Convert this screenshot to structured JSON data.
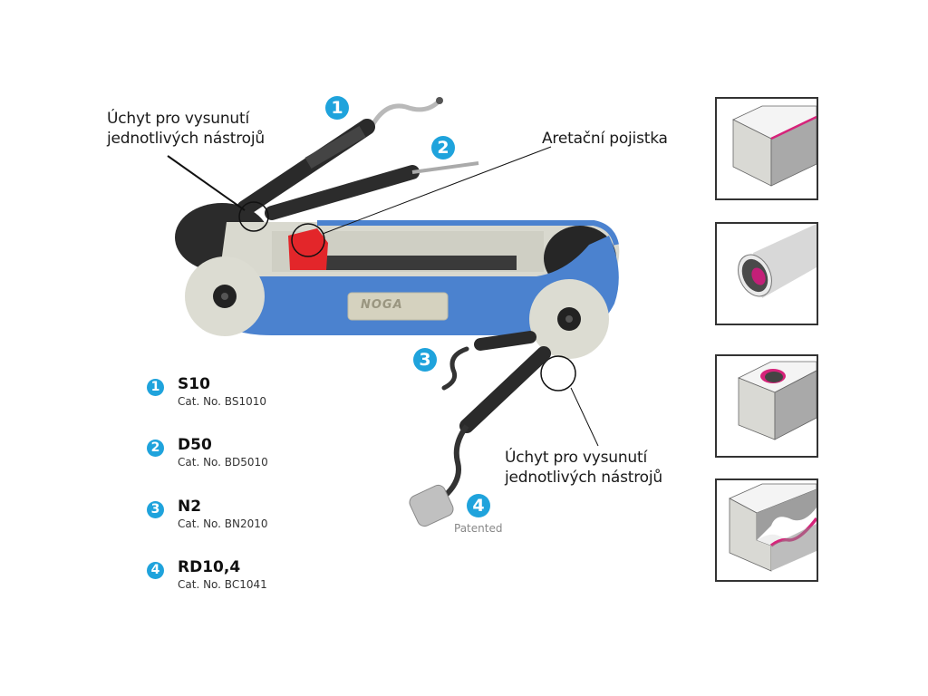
{
  "callouts": {
    "grip_top": {
      "line1": "Úchyt pro vysunutí",
      "line2": "jednotlivých nástrojů"
    },
    "lock": {
      "label": "Aretační pojistka"
    },
    "grip_bottom": {
      "line1": "Úchyt pro vysunutí",
      "line2": "jednotlivých nástrojů"
    }
  },
  "tool_badges": [
    {
      "number": "1"
    },
    {
      "number": "2"
    },
    {
      "number": "3"
    },
    {
      "number": "4",
      "note": "Patented"
    }
  ],
  "logo": {
    "text": "NOGA"
  },
  "products": [
    {
      "number": "1",
      "name": "S10",
      "cat": "Cat. No. BS1010"
    },
    {
      "number": "2",
      "name": "D50",
      "cat": "Cat. No. BD5010"
    },
    {
      "number": "3",
      "name": "N2",
      "cat": "Cat. No. BN2010"
    },
    {
      "number": "4",
      "name": "RD10,4",
      "cat": "Cat. No. BC1041"
    }
  ],
  "panels": [
    {
      "icon": "square-bar-edge-icon"
    },
    {
      "icon": "tube-inner-edge-icon"
    },
    {
      "icon": "hole-edge-icon"
    },
    {
      "icon": "curved-edge-icon"
    }
  ],
  "colors": {
    "badge": "#1fa3dc",
    "highlight": "#d6237a",
    "body_blue": "#4b82cf",
    "body_grey": "#dcdcd2",
    "lock_red": "#e3262a"
  }
}
